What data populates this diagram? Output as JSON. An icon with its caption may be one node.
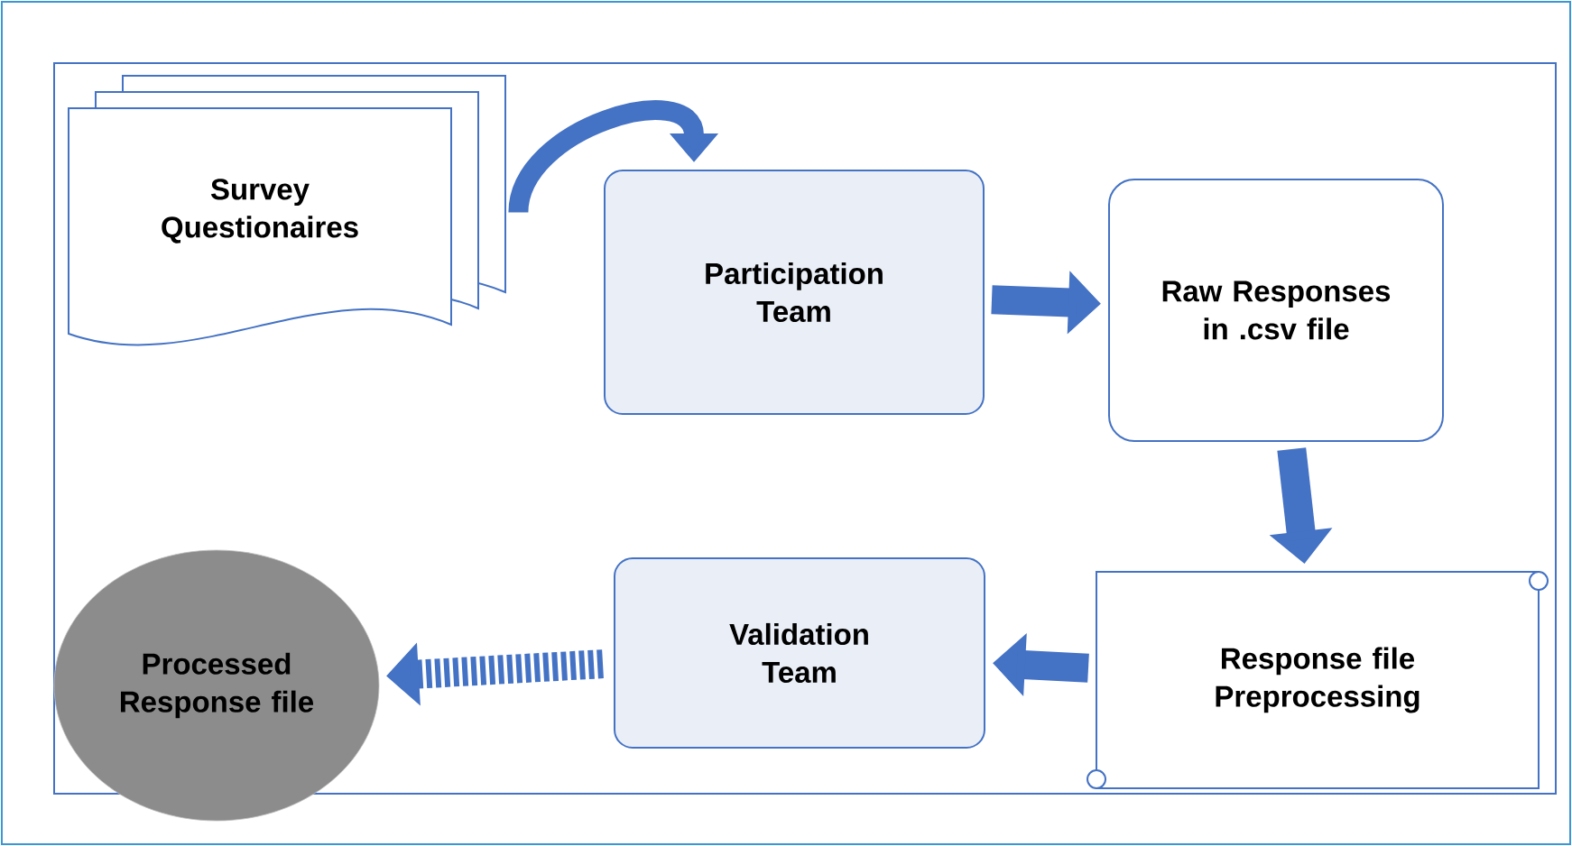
{
  "diagram": {
    "nodes": [
      {
        "text": [
          "Survey Questionaires"
        ]
      },
      {
        "text": [
          "Participation Team"
        ]
      },
      {
        "text": [
          "Raw Responses in .csv file"
        ]
      },
      {
        "text": [
          "Response file Preprocessing"
        ]
      },
      {
        "text": [
          "Validation Team"
        ]
      },
      {
        "text": [
          "Processed Response file"
        ]
      }
    ],
    "edges": [
      {
        "from": 0,
        "to": 1,
        "arrow": "to"
      },
      {
        "from": 1,
        "to": 2,
        "arrow": "to"
      },
      {
        "from": 2,
        "to": 3,
        "arrow": "to"
      },
      {
        "from": 3,
        "to": 4,
        "arrow": "to"
      },
      {
        "from": 4,
        "to": 5,
        "arrow": "to",
        "style": "dashed"
      }
    ]
  }
}
